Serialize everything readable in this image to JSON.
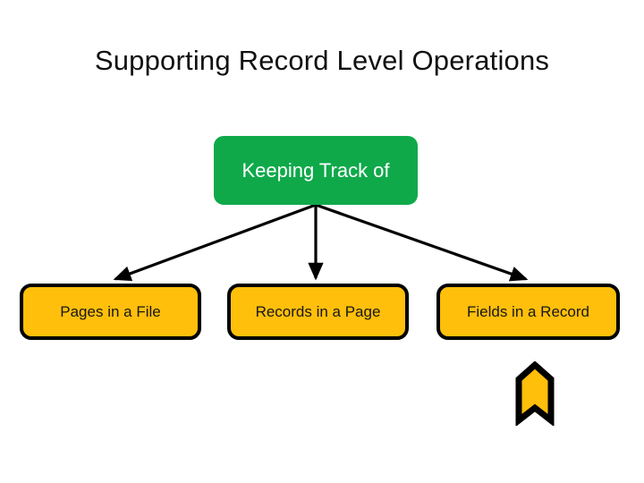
{
  "slide": {
    "title": "Supporting Record Level Operations",
    "background_color": "#FFFFFF"
  },
  "diagram": {
    "type": "hierarchy",
    "root": {
      "label": "Keeping Track of",
      "fill_color": "#0FA94A",
      "text_color": "#FFFFFF",
      "shape": "rounded-rectangle"
    },
    "children": [
      {
        "label": "Pages in a File",
        "fill_color": "#FFBF0B",
        "text_color": "#171717",
        "border_color": "#000000",
        "shape": "rounded-rectangle"
      },
      {
        "label": "Records in a Page",
        "fill_color": "#FFBF0B",
        "text_color": "#171717",
        "border_color": "#000000",
        "shape": "rounded-rectangle"
      },
      {
        "label": "Fields in a Record",
        "fill_color": "#FFBF0B",
        "text_color": "#171717",
        "border_color": "#000000",
        "shape": "rounded-rectangle"
      }
    ],
    "connectors": {
      "style": "straight-arrow",
      "color": "#000000",
      "count": 3
    },
    "decoration": {
      "name": "bookmark-ribbon",
      "fill_color": "#FFBF0B",
      "border_color": "#000000",
      "attached_to": "Fields in a Record"
    }
  }
}
